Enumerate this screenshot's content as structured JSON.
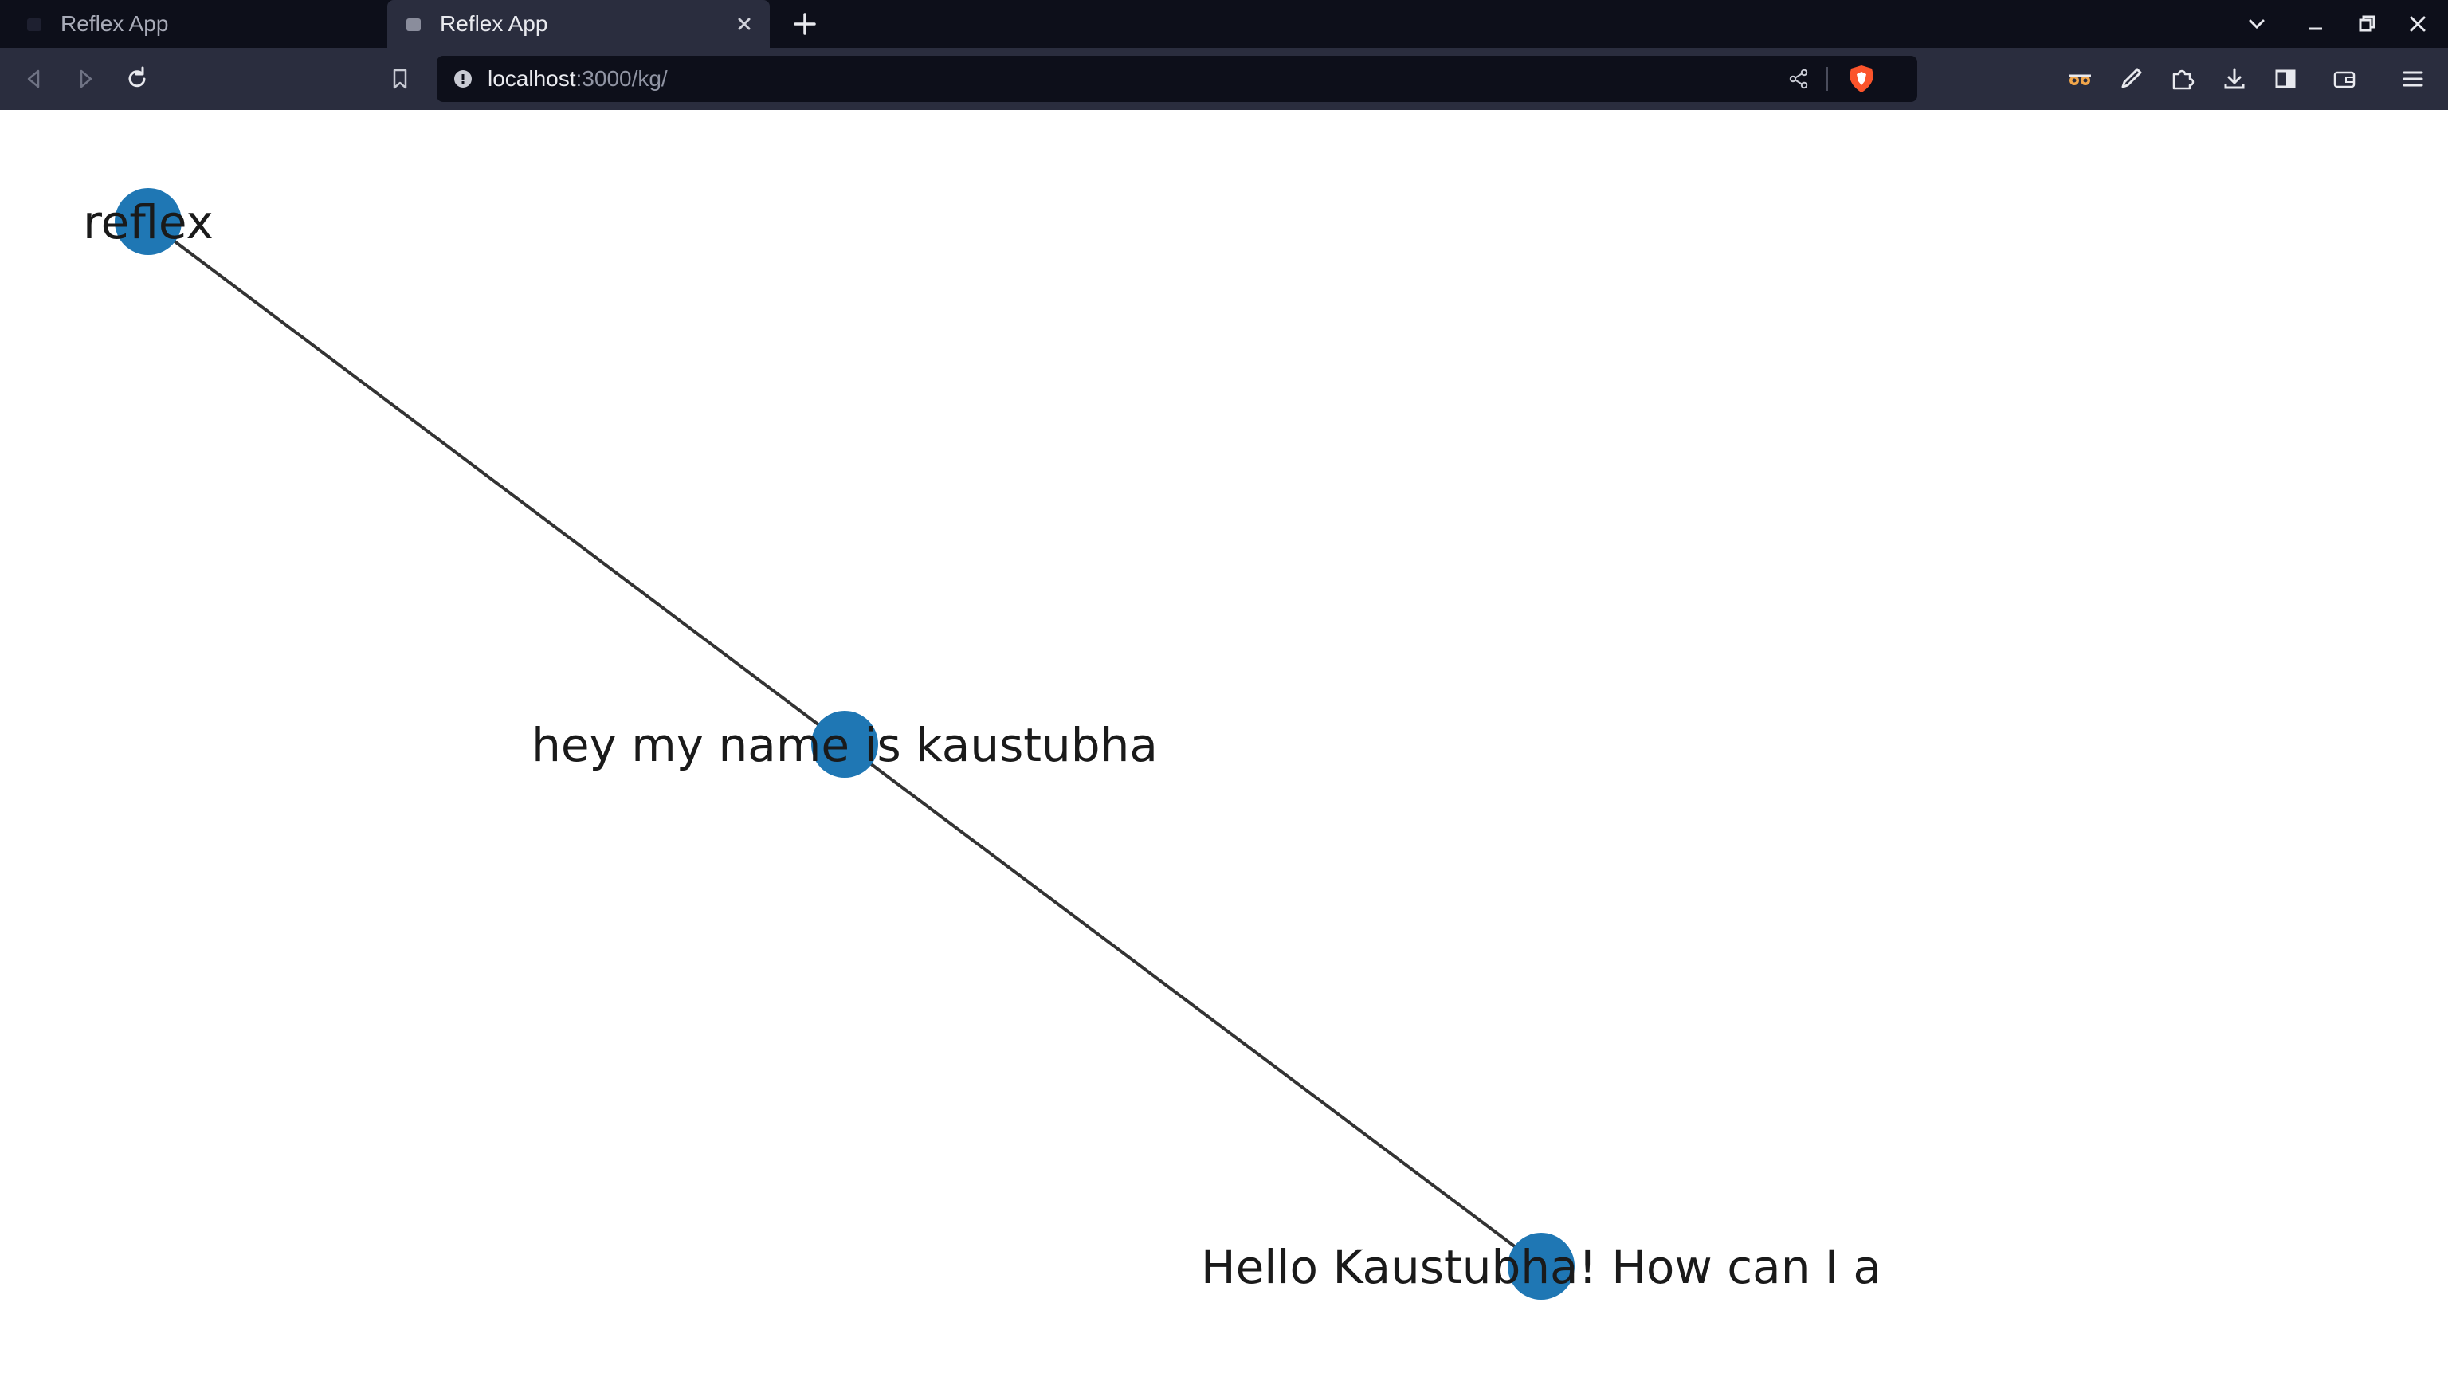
{
  "browser": {
    "tabs": [
      {
        "title": "Reflex App",
        "active": false
      },
      {
        "title": "Reflex App",
        "active": true
      }
    ],
    "url": {
      "host": "localhost",
      "path": ":3000/kg/"
    }
  },
  "graph": {
    "node_color": "#1f77b4",
    "edge_color": "#333333",
    "nodes": [
      {
        "label": "reflex"
      },
      {
        "label": "hey my name is kaustubha"
      },
      {
        "label": "Hello Kaustubha! How can I a"
      }
    ],
    "edges": [
      {
        "from": "reflex",
        "to": "hey my name is kaustubha"
      },
      {
        "from": "hey my name is kaustubha",
        "to": "Hello Kaustubha! How can I a"
      }
    ]
  }
}
